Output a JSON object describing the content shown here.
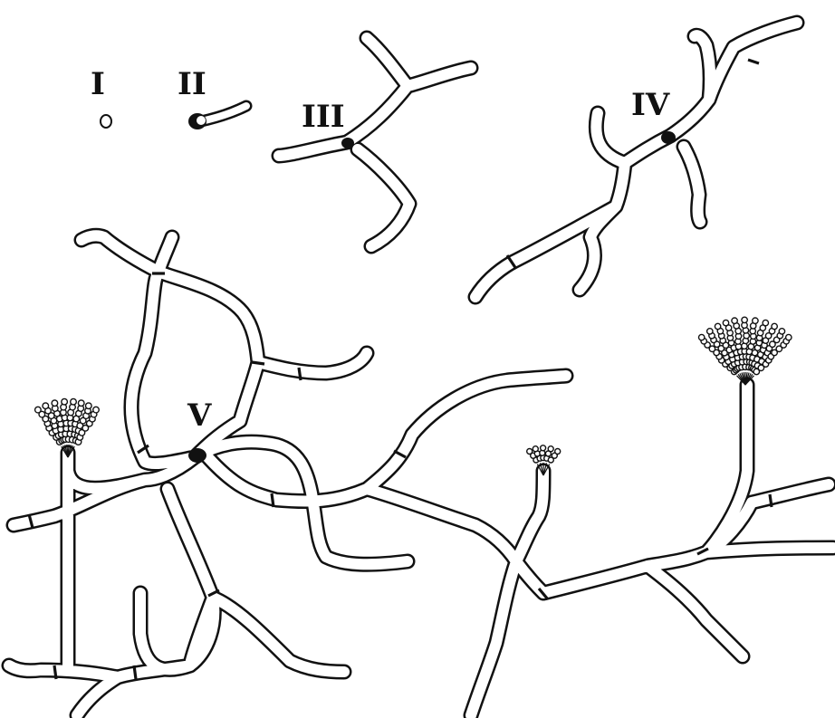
{
  "figure": {
    "stages": [
      {
        "id": "I",
        "label": "I"
      },
      {
        "id": "II",
        "label": "II"
      },
      {
        "id": "III",
        "label": "III"
      },
      {
        "id": "IV",
        "label": "IV"
      },
      {
        "id": "V",
        "label": "V"
      }
    ],
    "ink_color": "#111111",
    "background": "#ffffff"
  }
}
